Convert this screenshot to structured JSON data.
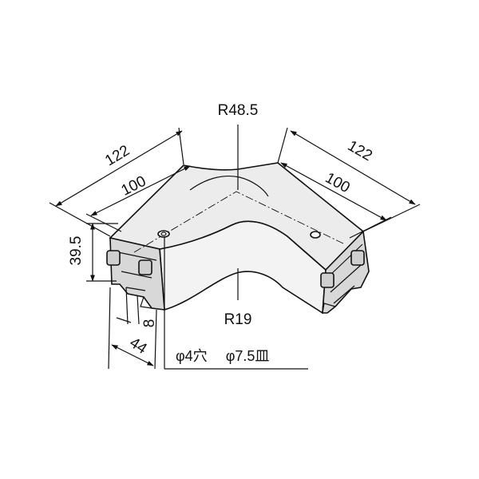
{
  "dimensions": {
    "outer_radius": "R48.5",
    "inner_radius": "R19",
    "left_outer_length": "122",
    "left_inner_length": "100",
    "right_outer_length": "122",
    "right_inner_length": "100",
    "height": "39.5",
    "slot_offset": "8",
    "width": "44"
  },
  "note": {
    "hole": "φ4穴",
    "countersink": "φ7.5皿"
  }
}
